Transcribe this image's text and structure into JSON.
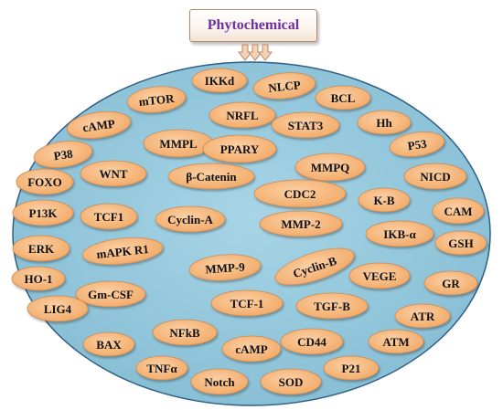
{
  "title": "Phytochemical",
  "colors": {
    "title_text": "#7030a0",
    "ellipse_fill": "#93c7dc",
    "ellipse_stroke": "#2f5f86",
    "pill_fill": "#f6b57a",
    "pill_stroke": "#c98a55"
  },
  "targets": [
    "IKKd",
    "NLCP",
    "mTOR",
    "BCL",
    "NRFL",
    "cAMP",
    "STAT3",
    "Hh",
    "MMPL",
    "PPARY",
    "P38",
    "P53",
    "WNT",
    "FOXO",
    "MMPQ",
    "β-Catenin",
    "NICD",
    "CDC2",
    "K-B",
    "P13K",
    "TCF1",
    "CAM",
    "Cyclin-A",
    "MMP-2",
    "IKB-α",
    "ERK",
    "mAPK R1",
    "GSH",
    "MMP-9",
    "Cyclin-B",
    "HO-1",
    "VEGE",
    "GR",
    "Gm-CSF",
    "TCF-1",
    "TGF-B",
    "LIG4",
    "ATR",
    "NFkB",
    "BAX",
    "CD44",
    "ATM",
    "cAMP",
    "TNFα",
    "P21",
    "Notch",
    "SOD"
  ]
}
